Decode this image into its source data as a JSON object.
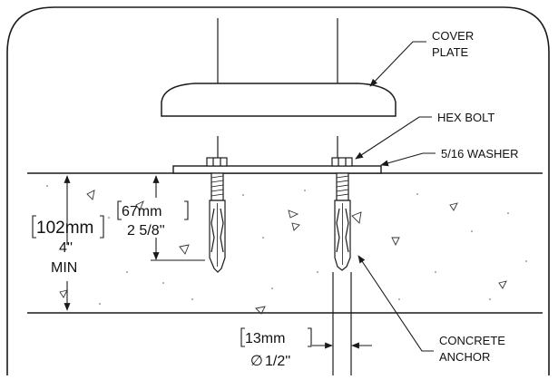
{
  "labels": {
    "cover_plate": [
      "COVER",
      "PLATE"
    ],
    "hex_bolt": "HEX BOLT",
    "washer": "5/16 WASHER",
    "concrete_anchor": [
      "CONCRETE",
      "ANCHOR"
    ]
  },
  "dimensions": {
    "depth_min": {
      "metric": "102mm",
      "imperial": "4''",
      "qualifier": "MIN"
    },
    "embed": {
      "metric": "67mm",
      "imperial": "2 5/8''"
    },
    "diameter": {
      "metric": "13mm",
      "symbol": "∅",
      "imperial": "1/2''"
    }
  },
  "colors": {
    "line": "#1a1a1a",
    "background": "#ffffff"
  }
}
